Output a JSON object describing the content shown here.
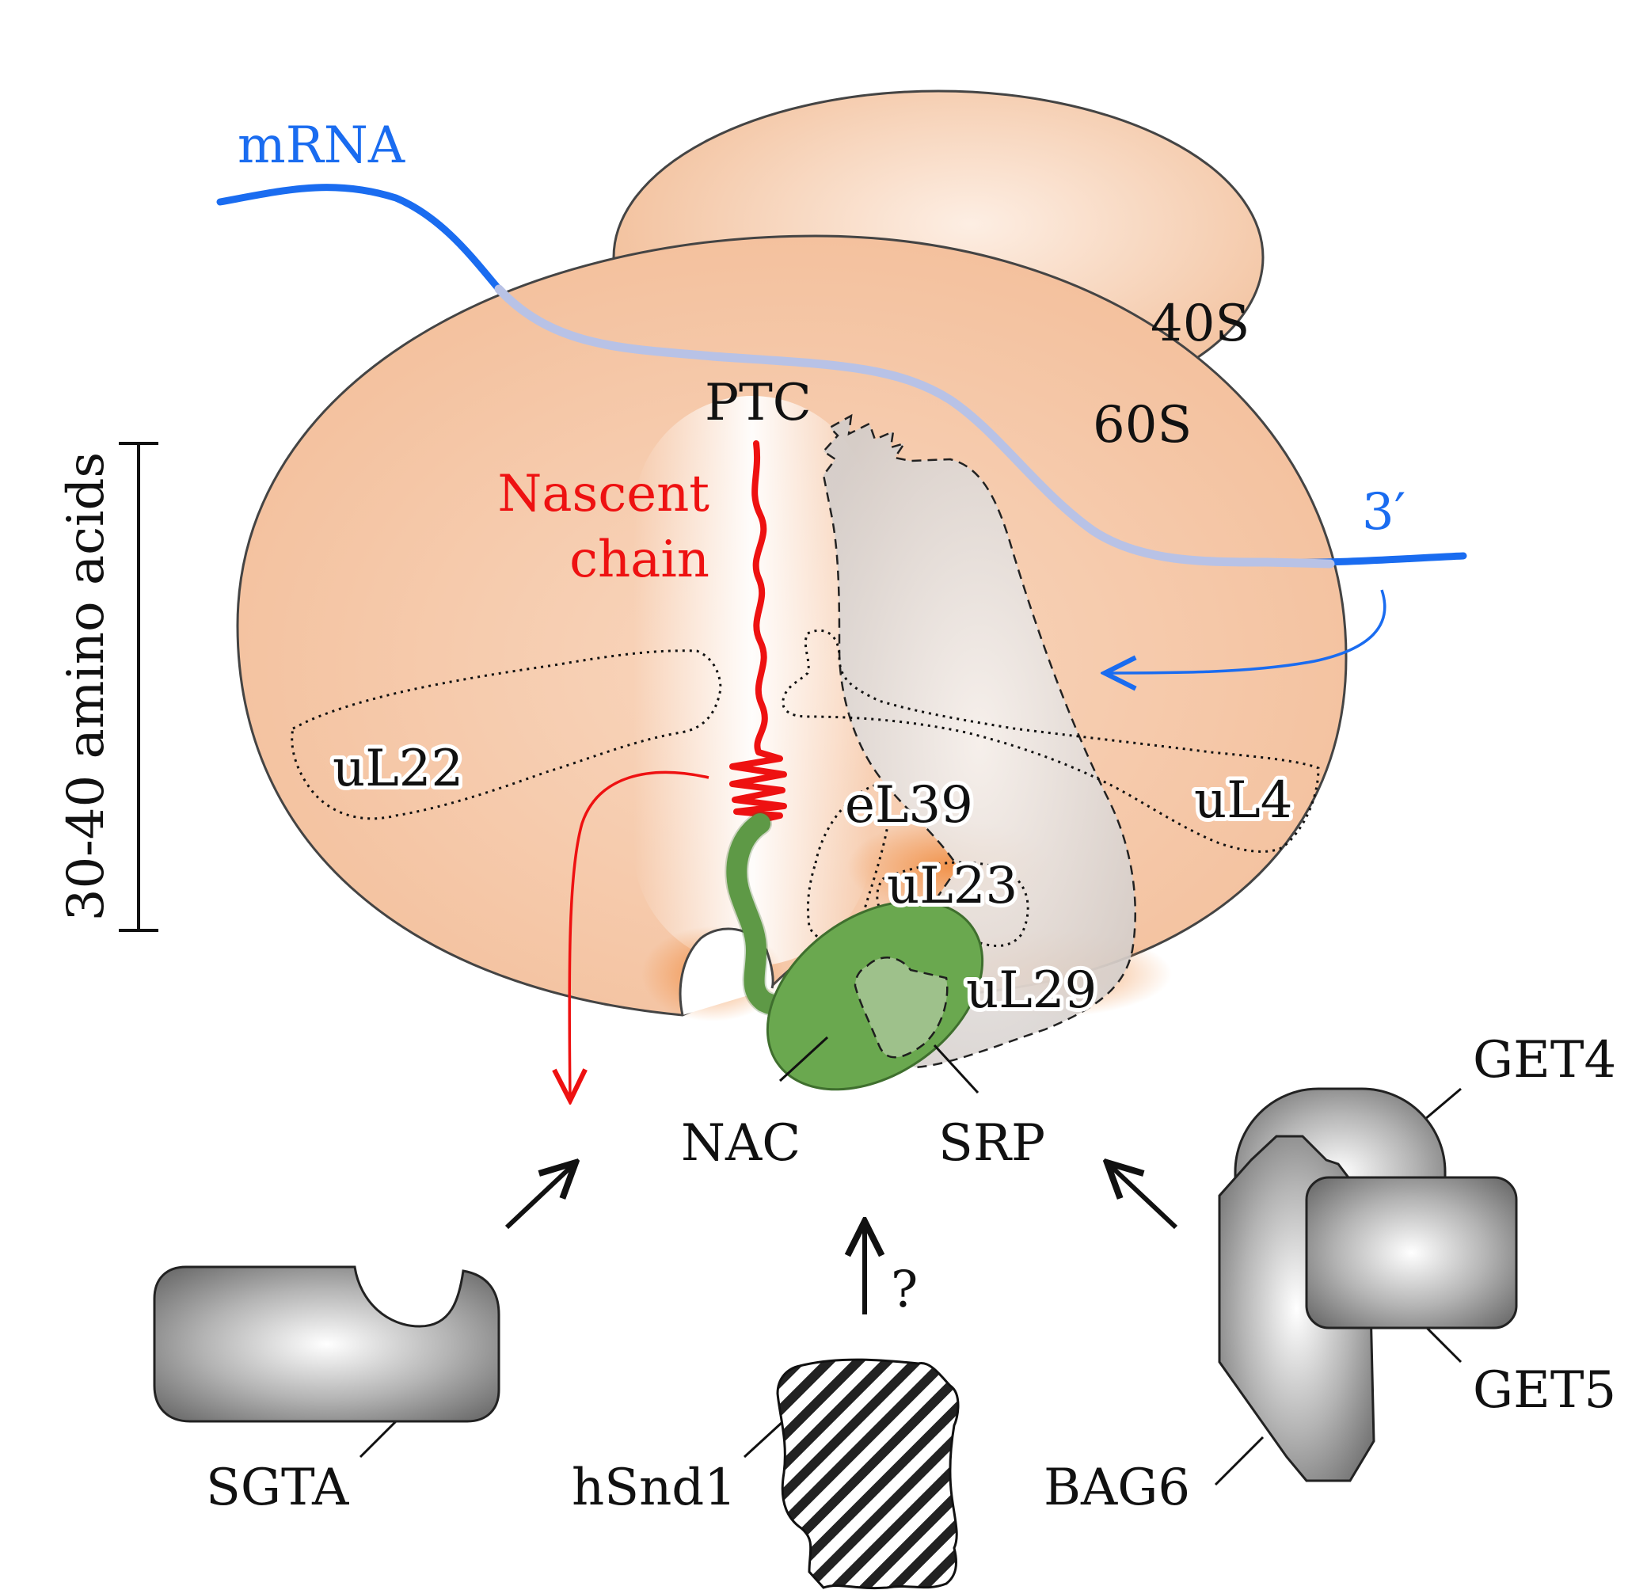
{
  "labels": {
    "mrna": "mRNA",
    "s40": "40S",
    "s60": "60S",
    "ptc": "PTC",
    "three_prime": "3′",
    "nascent_line1": "Nascent",
    "nascent_line2": "chain",
    "scale": "30-40 amino acids",
    "ul22": "uL22",
    "ul4": "uL4",
    "el39": "eL39",
    "ul23": "uL23",
    "ul29": "uL29",
    "nac": "NAC",
    "srp": "SRP",
    "sgta": "SGTA",
    "hsnd1": "hSnd1",
    "question": "?",
    "bag6": "BAG6",
    "get4": "GET4",
    "get5": "GET5"
  },
  "colors": {
    "ribosome": "#f5c7a4",
    "mrna": "#1a6cf0",
    "nascent_chain": "#ee1111",
    "nac": "#6aa84f",
    "srp": "#d9d4d2",
    "factors": "#a0a0a0"
  }
}
